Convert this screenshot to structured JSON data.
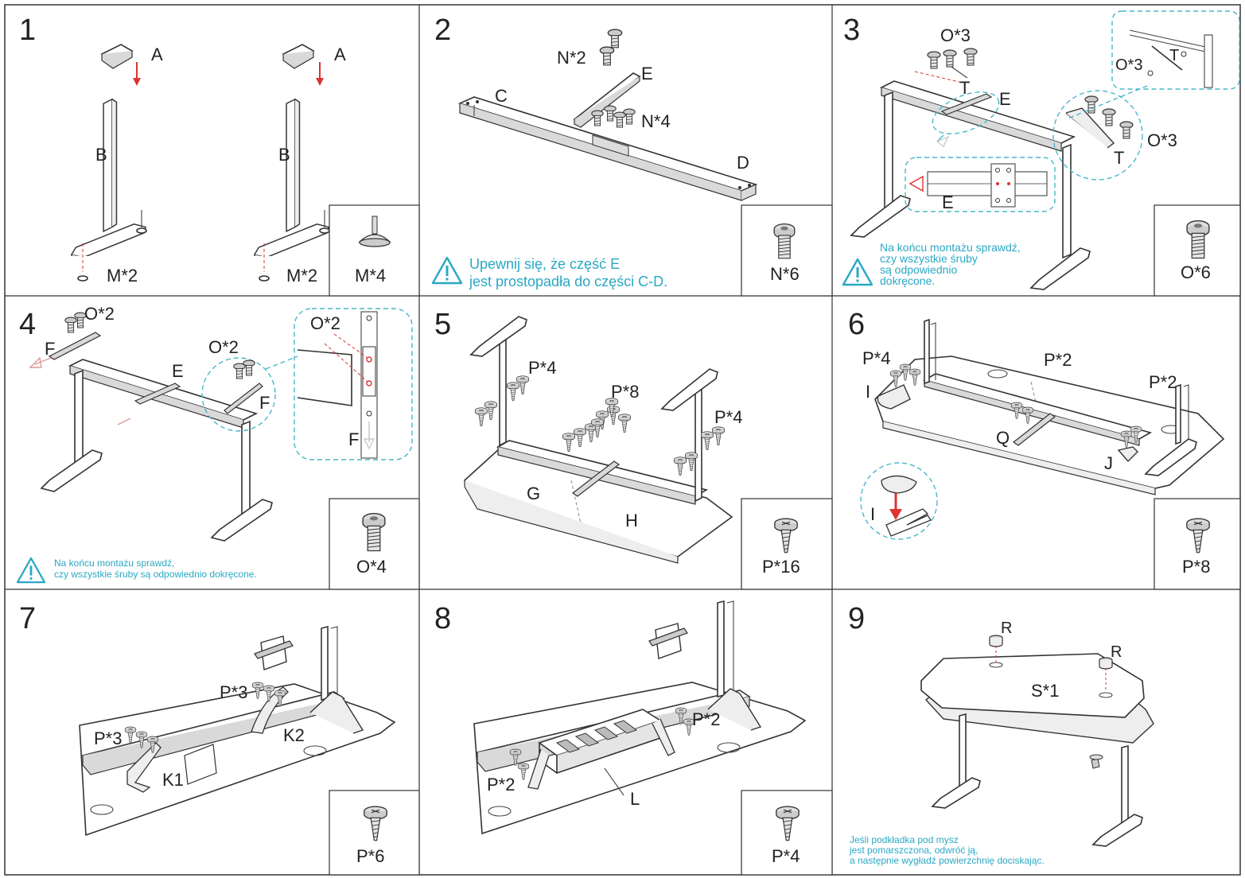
{
  "panels": [
    {
      "num": "1",
      "labels": [
        "A",
        "A",
        "B",
        "B",
        "M*2",
        "M*2"
      ],
      "part_count": "M*4"
    },
    {
      "num": "2",
      "labels": [
        "N*2",
        "E",
        "C",
        "N*4",
        "D"
      ],
      "part_count": "N*6",
      "warning": [
        "Upewnij się, że część E",
        "jest prostopadła do części C-D."
      ]
    },
    {
      "num": "3",
      "labels": [
        "O*3",
        "T",
        "E",
        "E",
        "O*3",
        "T",
        "O*3",
        "T"
      ],
      "part_count": "O*6",
      "warning": [
        "Na końcu montażu sprawdź,",
        "czy wszystkie śruby",
        "są odpowiednio",
        "dokręcone."
      ]
    },
    {
      "num": "4",
      "labels": [
        "O*2",
        "F",
        "O*2",
        "E",
        "F",
        "O*2",
        "F"
      ],
      "part_count": "O*4",
      "warning": [
        "Na końcu montażu sprawdź,",
        "czy wszystkie śruby są odpowiednio dokręcone."
      ]
    },
    {
      "num": "5",
      "labels": [
        "P*4",
        "P*8",
        "P*4",
        "G",
        "H"
      ],
      "part_count": "P*16"
    },
    {
      "num": "6",
      "labels": [
        "P*4",
        "P*2",
        "P*2",
        "I",
        "Q",
        "J",
        "I"
      ],
      "part_count": "P*8"
    },
    {
      "num": "7",
      "labels": [
        "P*3",
        "P*3",
        "K2",
        "K1"
      ],
      "part_count": "P*6"
    },
    {
      "num": "8",
      "labels": [
        "P*2",
        "P*2",
        "L"
      ],
      "part_count": "P*4"
    },
    {
      "num": "9",
      "labels": [
        "R",
        "R",
        "S*1"
      ],
      "note": [
        "Jeśli podkładka pod mysz",
        "jest pomarszczona, odwróć ją,",
        "a następnie wygładź powierzchnię dociskając."
      ]
    }
  ],
  "icons": {
    "warning": "warning-triangle-icon",
    "bolt": "bolt-icon",
    "screw": "screw-icon",
    "foot": "leveling-foot-icon"
  },
  "colors": {
    "accent": "#2aa8c4",
    "arrow": "#d33333",
    "guide": "#48b7c9"
  }
}
